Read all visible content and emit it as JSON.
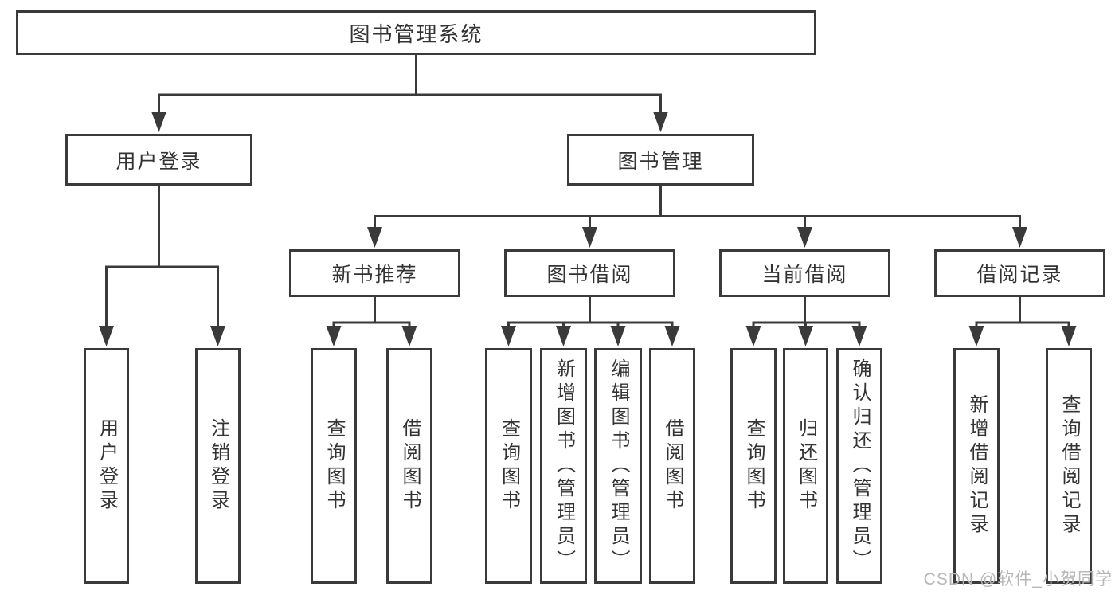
{
  "tree": {
    "root": {
      "label": "图书管理系统",
      "children": [
        {
          "label": "用户登录",
          "children": [
            {
              "label": "用户登录"
            },
            {
              "label": "注销登录"
            }
          ]
        },
        {
          "label": "图书管理",
          "children": [
            {
              "label": "新书推荐",
              "children": [
                {
                  "label": "查询图书"
                },
                {
                  "label": "借阅图书"
                }
              ]
            },
            {
              "label": "图书借阅",
              "children": [
                {
                  "label": "查询图书"
                },
                {
                  "label": "新增图书（管理员）"
                },
                {
                  "label": "编辑图书（管理员）"
                },
                {
                  "label": "借阅图书"
                }
              ]
            },
            {
              "label": "当前借阅",
              "children": [
                {
                  "label": "查询图书"
                },
                {
                  "label": "归还图书"
                },
                {
                  "label": "确认归还（管理员）"
                }
              ]
            },
            {
              "label": "借阅记录",
              "children": [
                {
                  "label": "新增借阅记录"
                },
                {
                  "label": "查询借阅记录"
                }
              ]
            }
          ]
        }
      ]
    }
  },
  "watermark": {
    "text": "CSDN @软件_小贺同学"
  },
  "colors": {
    "line": "#3a3a3a",
    "box_border": "#3a3a3a",
    "box_fill": "#ffffff",
    "text": "#333333",
    "watermark": "#b7b7b7",
    "background": "#ffffff"
  }
}
